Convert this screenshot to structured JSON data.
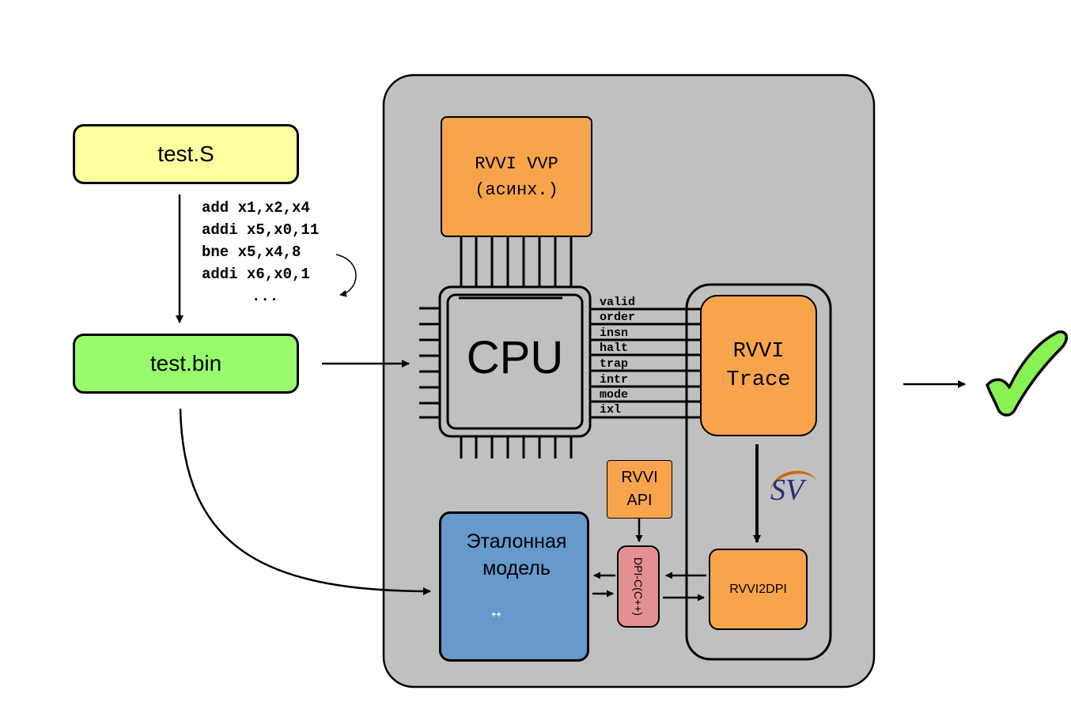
{
  "inputs": {
    "source_file": "test.S",
    "binary_file": "test.bin",
    "code_lines": [
      "add x1,x2,x4",
      "addi x5,x0,11",
      "bne x5,x4,8",
      "addi x6,x0,1",
      "..."
    ]
  },
  "testbench": {
    "vvp": {
      "line1": "RVVI VVP",
      "line2": "(асинх.)"
    },
    "cpu_label": "CPU",
    "signals": [
      "valid",
      "order",
      "insn",
      "halt",
      "trap",
      "intr",
      "mode",
      "ixl"
    ],
    "trace": {
      "line1": "RVVI",
      "line2": "Trace"
    },
    "sv_logo": "SV",
    "rvvi2dpi": "RVVI2DPI",
    "api": {
      "line1": "RVVI",
      "line2": "API"
    },
    "dpi": "DPI-C(C++)",
    "reference_model": {
      "line1": "Эталонная",
      "line2": "модель"
    },
    "cpp_logo_plus": "++"
  },
  "colors": {
    "yellow_box": "#fcff9e",
    "green_box": "#98fb6c",
    "gray_panel": "#c0c0c0",
    "orange_box": "#f8a44c",
    "blue_box": "#6699cc",
    "pink_box": "#e49090",
    "check_green": "#88f254",
    "cpp_dark": "#1e4f8c",
    "cpp_light": "#3b7bc8"
  },
  "icons": {
    "result": "checkmark-icon"
  }
}
